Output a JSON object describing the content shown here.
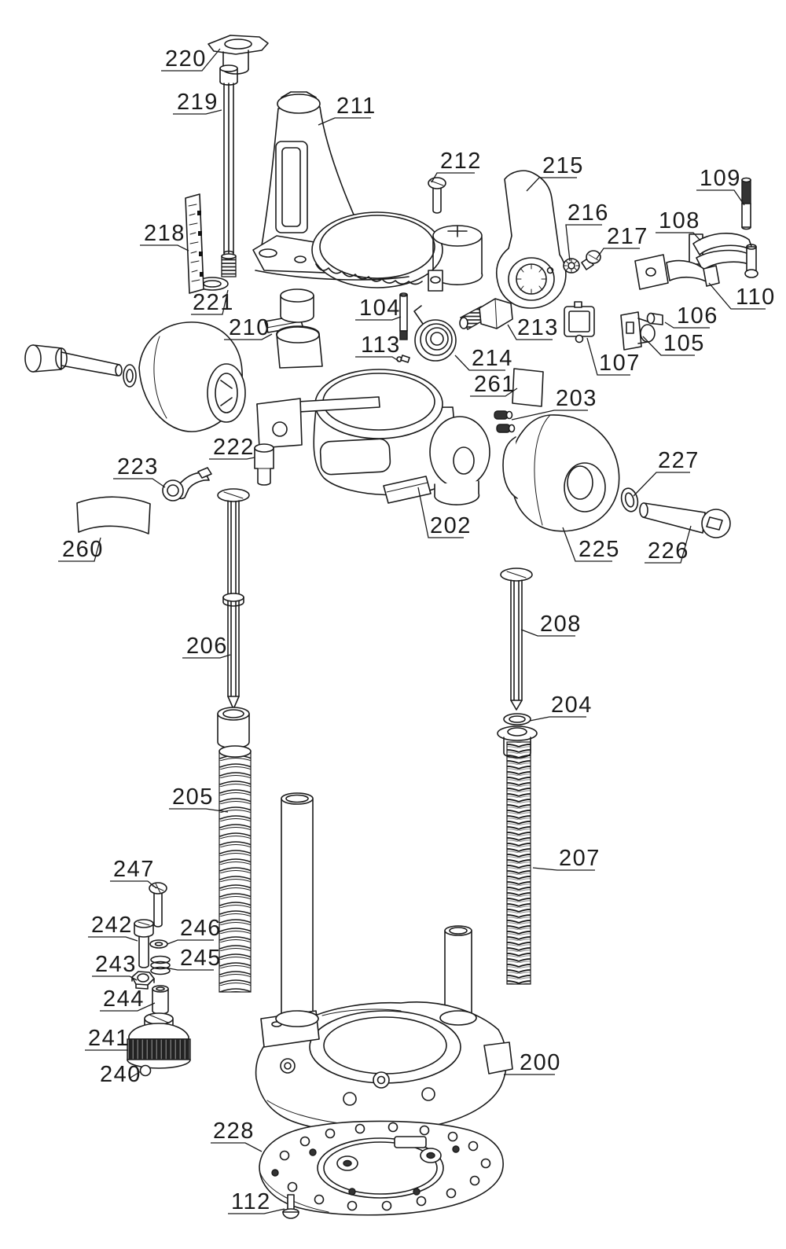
{
  "diagram": {
    "type": "exploded-parts-diagram",
    "colors": {
      "background": "#ffffff",
      "line": "#1a1a1a",
      "fill_dark": "#333333"
    },
    "labels": [
      {
        "text": "220"
      },
      {
        "text": "219"
      },
      {
        "text": "211"
      },
      {
        "text": "212"
      },
      {
        "text": "215"
      },
      {
        "text": "109"
      },
      {
        "text": "216"
      },
      {
        "text": "108"
      },
      {
        "text": "217"
      },
      {
        "text": "218"
      },
      {
        "text": "221"
      },
      {
        "text": "110"
      },
      {
        "text": "104"
      },
      {
        "text": "210"
      },
      {
        "text": "213"
      },
      {
        "text": "106"
      },
      {
        "text": "113"
      },
      {
        "text": "214"
      },
      {
        "text": "105"
      },
      {
        "text": "107"
      },
      {
        "text": "261"
      },
      {
        "text": "203"
      },
      {
        "text": "222"
      },
      {
        "text": "223"
      },
      {
        "text": "227"
      },
      {
        "text": "202"
      },
      {
        "text": "260"
      },
      {
        "text": "225"
      },
      {
        "text": "226"
      },
      {
        "text": "206"
      },
      {
        "text": "208"
      },
      {
        "text": "204"
      },
      {
        "text": "205"
      },
      {
        "text": "207"
      },
      {
        "text": "247"
      },
      {
        "text": "242"
      },
      {
        "text": "246"
      },
      {
        "text": "243"
      },
      {
        "text": "245"
      },
      {
        "text": "244"
      },
      {
        "text": "241"
      },
      {
        "text": "240"
      },
      {
        "text": "200"
      },
      {
        "text": "228"
      },
      {
        "text": "112"
      }
    ]
  }
}
